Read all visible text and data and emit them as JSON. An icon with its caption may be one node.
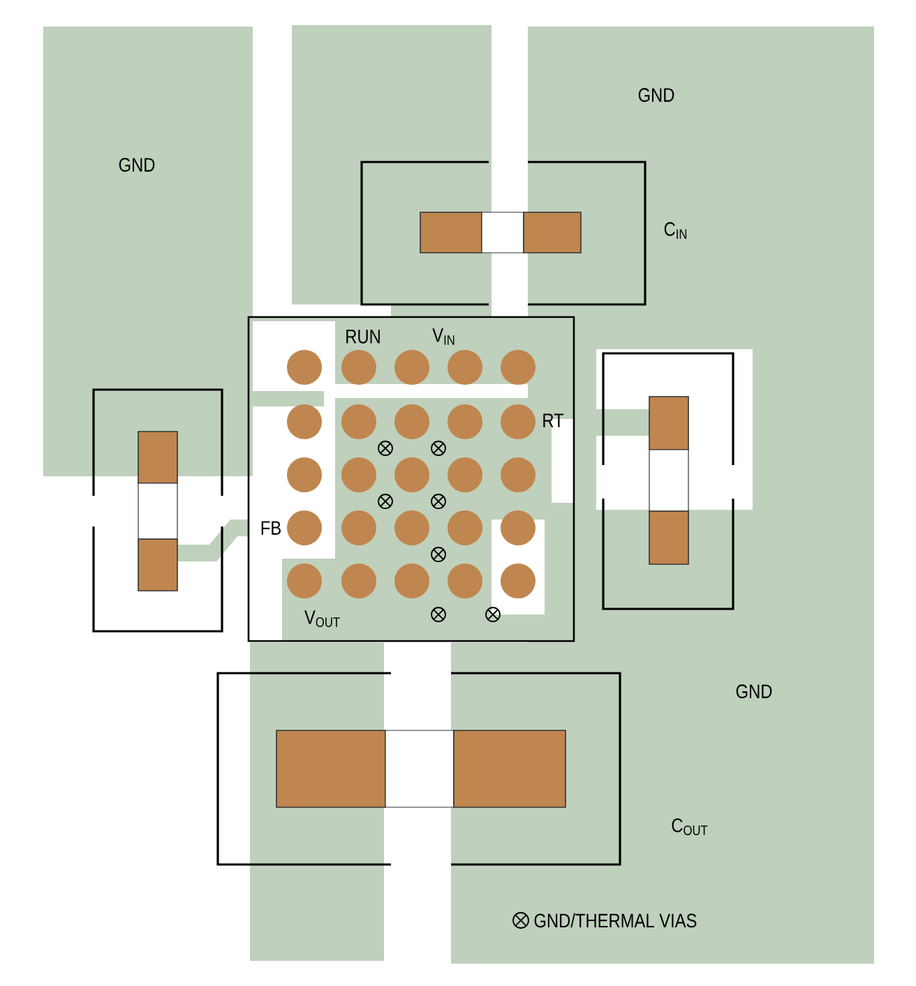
{
  "diagram": {
    "labels": [
      "GND",
      "GND",
      "C$_{IN}$",
      "RUN",
      "V$_{IN}$",
      "RT",
      "FB",
      "V$_{OUT}$",
      "GND",
      "C$_{OUT}$"
    ],
    "legend": [
      {
        "text": "GND/THERMAL VIAS"
      }
    ]
  }
}
